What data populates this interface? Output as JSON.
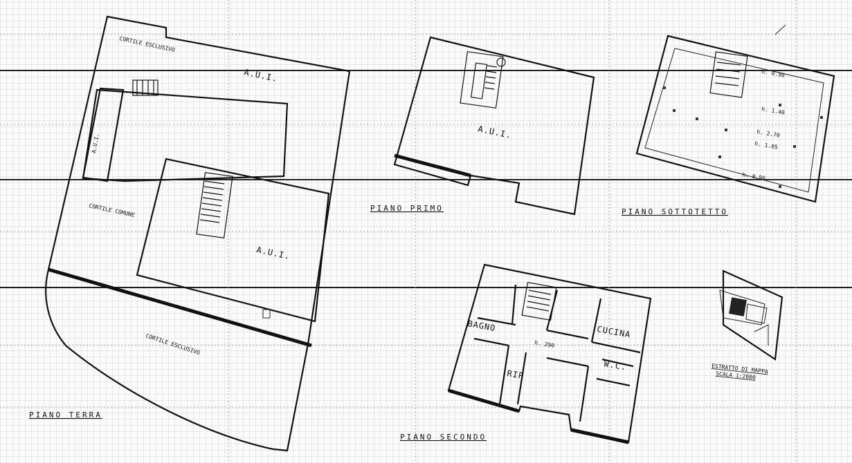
{
  "plans": {
    "ground": {
      "title": "PIANO   TERRA",
      "labels": {
        "cortile_excl_top": "CORTILE ESCLUSIVO",
        "aui_top": "A.U.I.",
        "aui_left": "A.U.I.",
        "cortile_comune": "CORTILE COMUNE",
        "aui_center": "A.U.I.",
        "cortile_excl_bottom": "CORTILE ESCLUSIVO"
      }
    },
    "first": {
      "title": "PIANO   PRIMO",
      "labels": {
        "aui": "A.U.I."
      }
    },
    "attic": {
      "title": "PIANO   SOTTOTETTO",
      "heights": [
        "h. 0.90",
        "h. 1.40",
        "h. 2.70",
        "h. 1.05",
        "h. 0.90"
      ]
    },
    "second": {
      "title": "PIANO  SECONDO",
      "rooms": {
        "bagno": "BAGNO",
        "cucina": "CUCINA",
        "wc": "W.C.",
        "rip": "RIP",
        "height": "h. 290"
      }
    },
    "site": {
      "title": "ESTRATTO  DI  MAPPA",
      "scale": "SCALA 1:2000"
    }
  }
}
